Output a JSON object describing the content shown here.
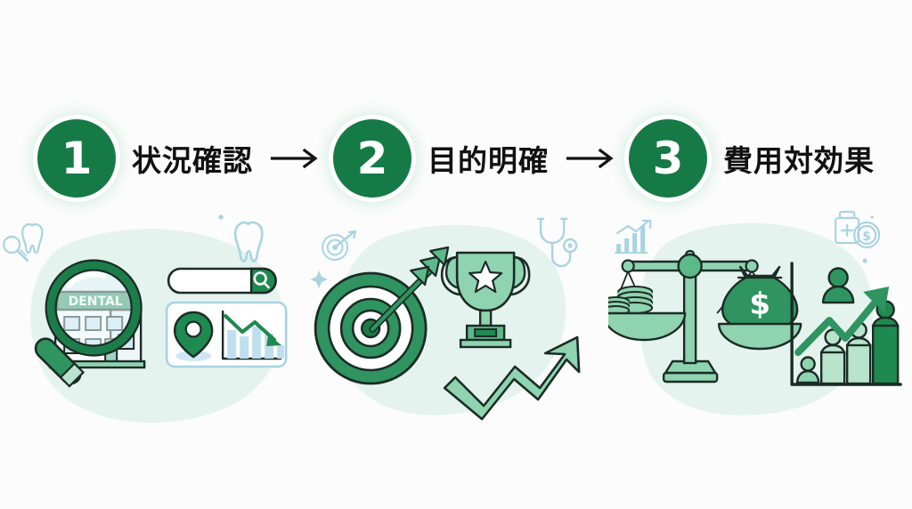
{
  "background_color": "#fcfcfc",
  "palette": {
    "brand_green": "#157a45",
    "dark_green": "#0f6b3c",
    "mid_green": "#34a06a",
    "light_green": "#8fd3b0",
    "pale_green": "#b8e3cd",
    "blob_mint": "#e4f3ee",
    "light_blue": "#a9d3e2",
    "pale_blue": "#c5e3ef",
    "outline": "#1b2b25",
    "white": "#ffffff",
    "text_black": "#111111"
  },
  "steps": [
    {
      "number": "1",
      "label": "状況確認",
      "arrow": "→",
      "has_arrow": true,
      "illustration": {
        "name": "situation-check-illustration",
        "elements": [
          "magnifier-icon",
          "dental-clinic-icon",
          "dental-sign-text",
          "search-bar-icon",
          "location-pin-icon",
          "declining-bar-chart-icon",
          "tooth-icon",
          "small-magnifier-decoration"
        ],
        "sign_text": "DENTAL",
        "chart_bars": [
          60,
          46,
          72,
          54,
          28
        ],
        "chart_trend": "down"
      }
    },
    {
      "number": "2",
      "label": "目的明確",
      "arrow": "→",
      "has_arrow": true,
      "illustration": {
        "name": "clear-purpose-illustration",
        "elements": [
          "dartboard-icon",
          "arrow-dart-icon",
          "trophy-icon",
          "star-icon",
          "growth-arrow-icon",
          "stethoscope-icon",
          "small-target-decoration",
          "sparkle-decoration"
        ],
        "chart_trend": "up"
      }
    },
    {
      "number": "3",
      "label": "費用対効果",
      "arrow": "",
      "has_arrow": false,
      "illustration": {
        "name": "cost-effectiveness-illustration",
        "elements": [
          "balance-scale-icon",
          "coins-stack-icon",
          "money-bag-icon",
          "dollar-sign",
          "people-bar-chart-icon",
          "growth-arrow-icon",
          "medicine-bottle-icon",
          "coin-dollar-decoration",
          "mini-bar-chart-decoration"
        ],
        "money_symbol": "$",
        "people_bars": [
          26,
          58,
          66,
          96
        ],
        "chart_trend": "up"
      }
    }
  ]
}
